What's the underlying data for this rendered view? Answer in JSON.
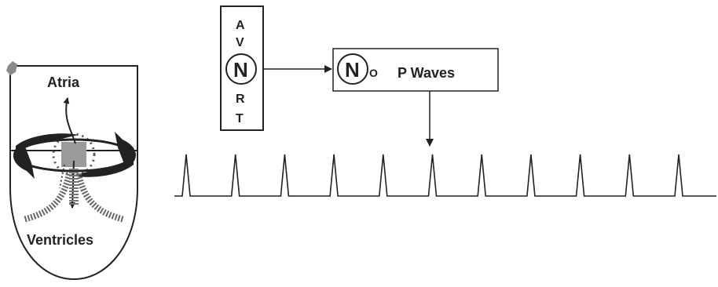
{
  "heart": {
    "atria_label": "Atria",
    "ventricles_label": "Ventricles"
  },
  "avnrt_box": {
    "letters": [
      "A",
      "V",
      "N",
      "R",
      "T"
    ],
    "highlight_letter": "N"
  },
  "result_box": {
    "circled_letter": "N",
    "small_letter": "O",
    "text": "P Waves"
  },
  "ecg": {
    "beat_count": 11
  },
  "colors": {
    "ink": "#222222",
    "fill_gray": "#9a9a9a",
    "corner_mark": "#8a8a8a"
  }
}
